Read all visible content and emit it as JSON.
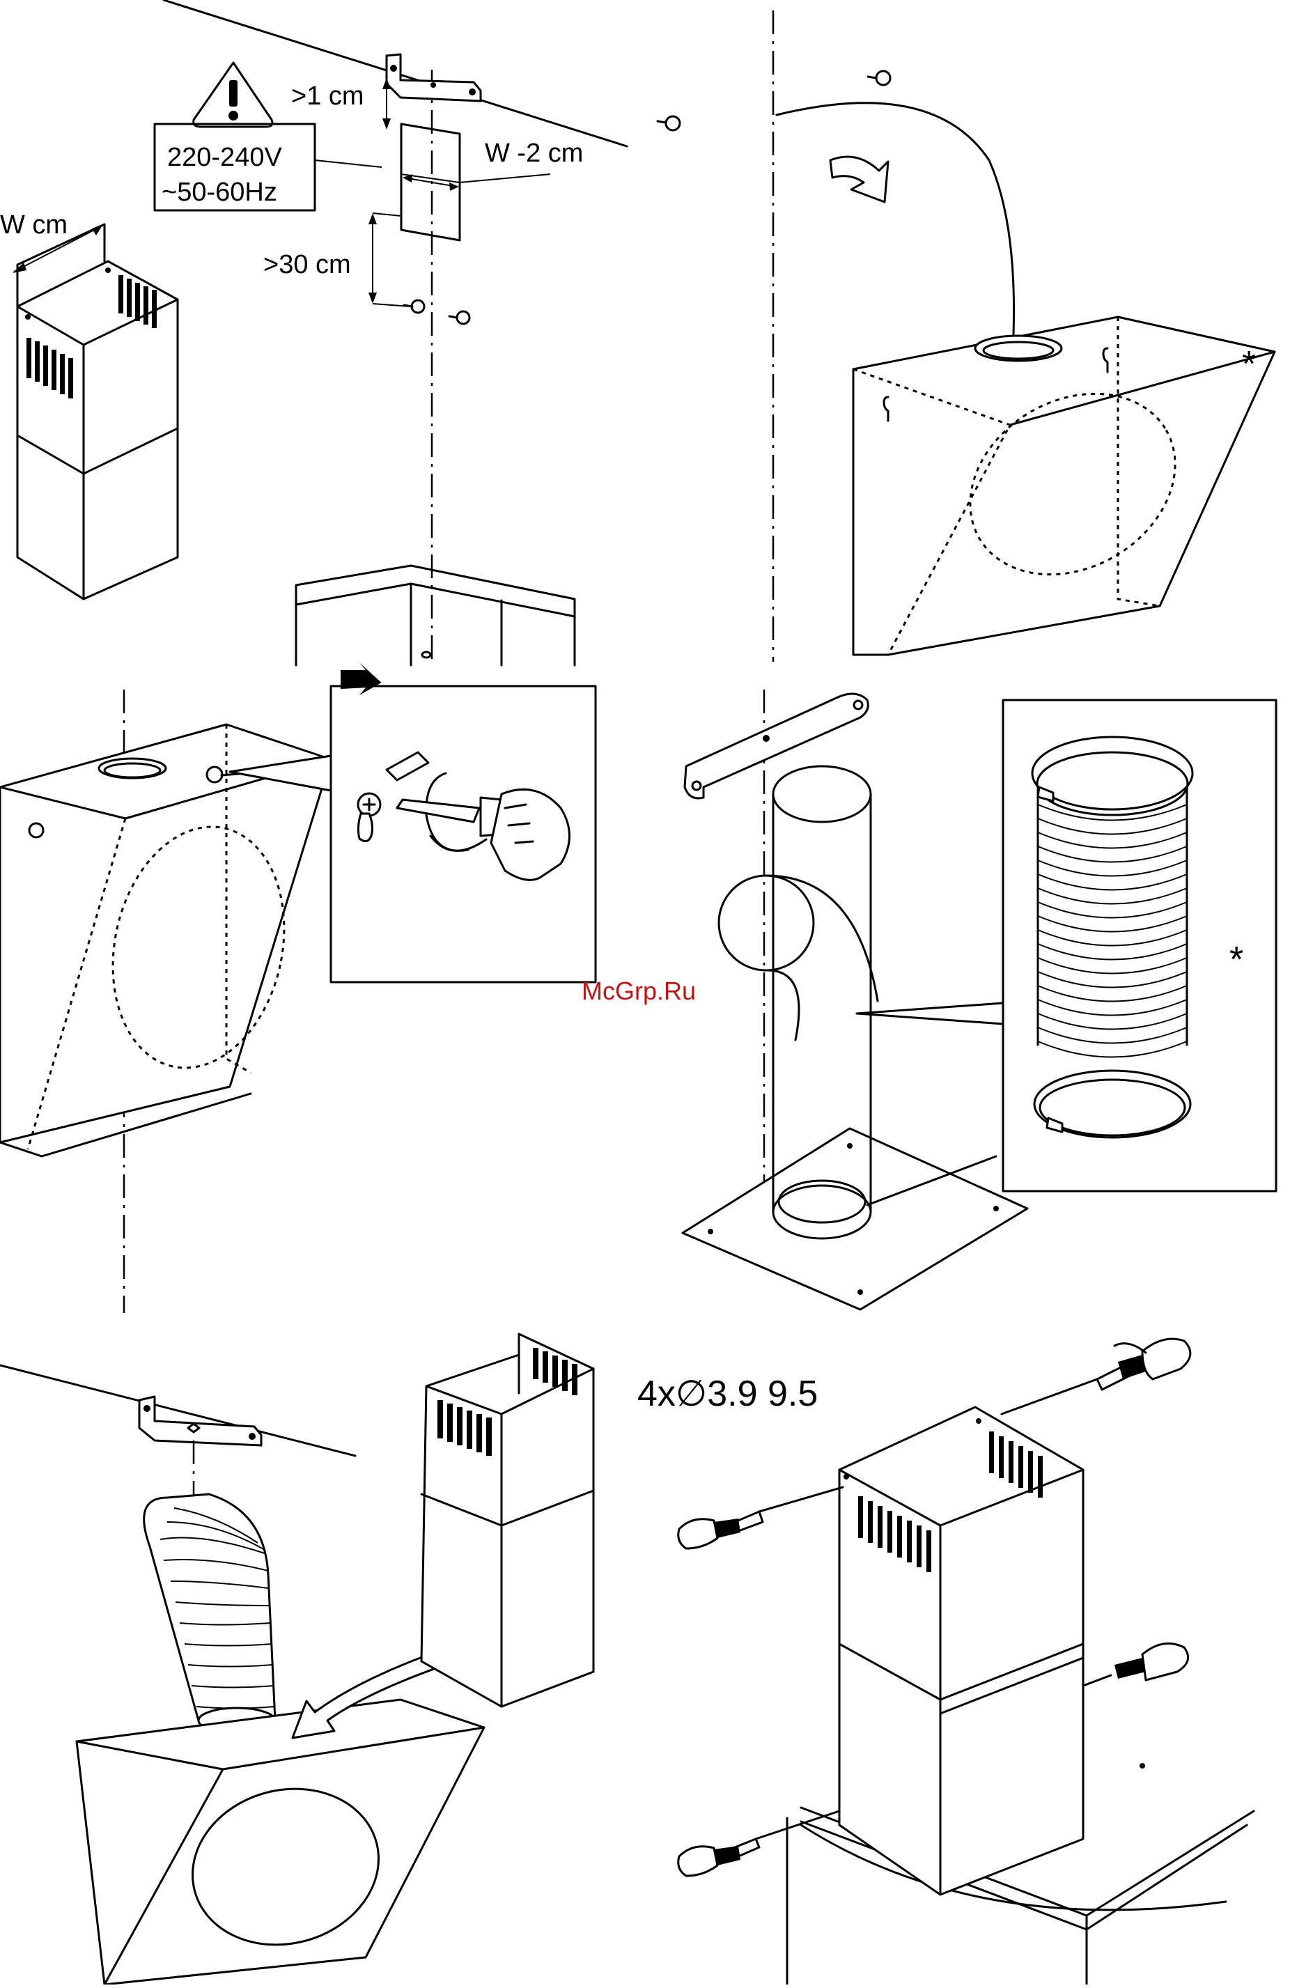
{
  "labels": {
    "gap_top": ">1 cm",
    "voltage": "220-240V",
    "frequency": "~50-60Hz",
    "bracket_width": "W -2 cm",
    "chimney_width": "W cm",
    "gap_bottom": ">30 cm",
    "screws": "4x∅3.9 9.5",
    "asterisk": "*",
    "watermark": "McGrp.Ru"
  }
}
